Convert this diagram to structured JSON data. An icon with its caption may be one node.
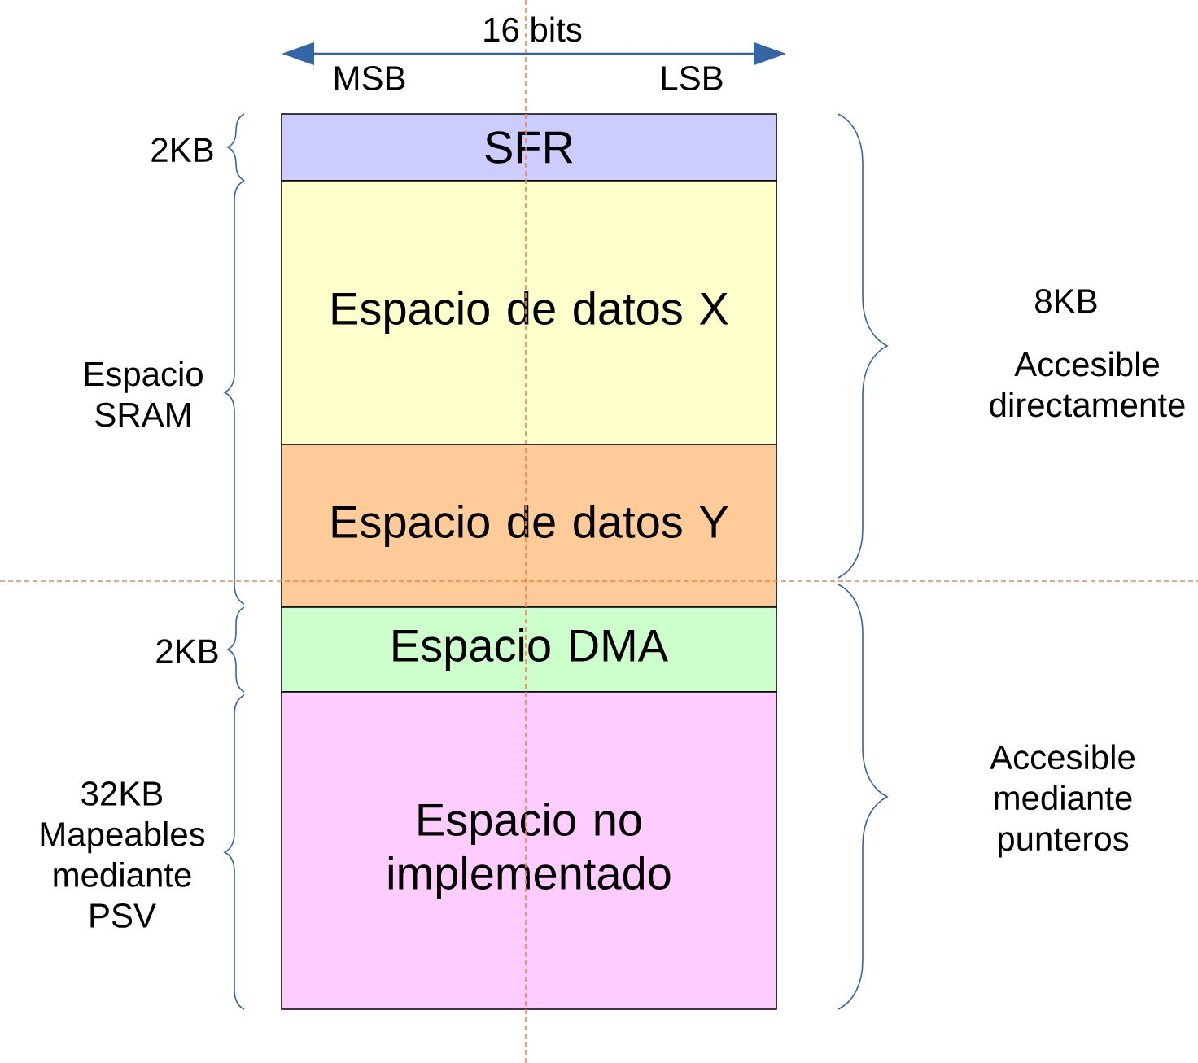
{
  "diagram": {
    "nodes": [
      {
        "text": [
          "SFR"
        ]
      },
      {
        "text": [
          "Espacio de datos X"
        ]
      },
      {
        "text": [
          "Espacio de datos Y"
        ]
      },
      {
        "text": [
          "Espacio DMA"
        ]
      },
      {
        "text": [
          "Espacio no implementado"
        ]
      }
    ],
    "labels": [
      "16 bits",
      "MSB",
      "LSB",
      "2KB",
      "Espacio SRAM",
      "2KB",
      "32KB Mapeables mediante PSV",
      "8KB",
      "Accesible directamente",
      "Accesible mediante punteros"
    ]
  }
}
